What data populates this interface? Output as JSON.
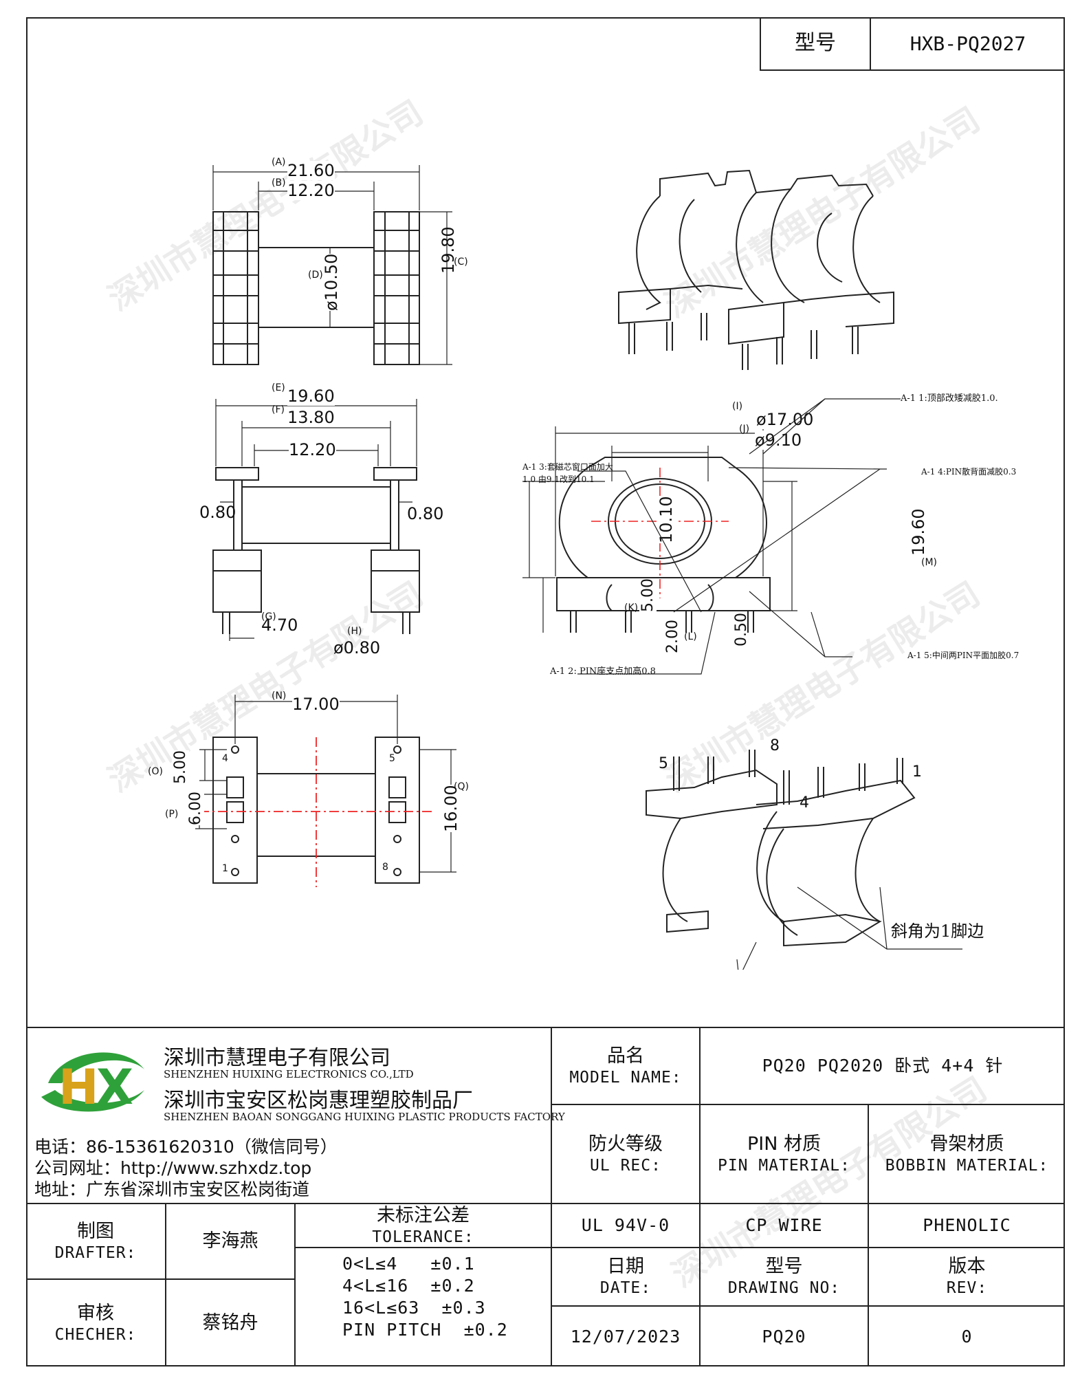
{
  "header": {
    "model_label": "型号",
    "model_value": "HXB-PQ2027"
  },
  "watermark": "深圳市慧理电子有限公司",
  "top_view": {
    "dim_A": "21.60",
    "dim_A_tag": "(A)",
    "dim_B": "12.20",
    "dim_B_tag": "(B)",
    "dim_C": "19.80",
    "dim_C_tag": "(C)",
    "dim_D": "ø10.50",
    "dim_D_tag": "(D)"
  },
  "side_view": {
    "dim_E": "19.60",
    "dim_E_tag": "(E)",
    "dim_F": "13.80",
    "dim_F_tag": "(F)",
    "dim_inner": "12.20",
    "wall_left": "0.80",
    "wall_right": "0.80",
    "dim_G": "4.70",
    "dim_G_tag": "(G)",
    "dim_H": "ø0.80",
    "dim_H_tag": "(H)"
  },
  "bottom_view": {
    "dim_N": "17.00",
    "dim_N_tag": "(N)",
    "dim_O": "5.00",
    "dim_O_tag": "(O)",
    "dim_P": "6.00",
    "dim_P_tag": "(P)",
    "dim_Q": "16.00",
    "dim_Q_tag": "(Q)",
    "pins": [
      "4",
      "5",
      "1",
      "8"
    ]
  },
  "front_view": {
    "dim_I": "ø17.00",
    "dim_I_tag": "(I)",
    "dim_J": "ø9.10",
    "dim_J_tag": "(J)",
    "dim_10": "10.10",
    "dim_M": "19.60",
    "dim_M_tag": "(M)",
    "dim_K": "5.00",
    "dim_K_tag": "(K)",
    "dim_L": "2.00",
    "dim_L_tag": "(L)",
    "dim_pin": "0.50",
    "note1": "A-1 1:顶部改矮减胶1.0.",
    "note2": "A-1 2: PIN座支点加高0.8",
    "note3a": "A-1 3:套磁芯窗口面加大",
    "note3b": "1.0 由9.1改到10.1",
    "note4": "A-1 4:PIN散背面减胶0.3",
    "note5": "A-1 5:中间两PIN平面加胶0.7"
  },
  "iso_bottom": {
    "pins": [
      "8",
      "5",
      "1",
      "4"
    ],
    "note": "斜角为1脚边"
  },
  "company": {
    "logo_text": "HX",
    "name_cn": "深圳市慧理电子有限公司",
    "name_en": "SHENZHEN HUIXING ELECTRONICS CO.,LTD",
    "factory_cn": "深圳市宝安区松岗惠理塑胶制品厂",
    "factory_en": "SHENZHEN BAOAN SONGGANG HUIXING PLASTIC PRODUCTS FACTORY",
    "phone": "电话：86-15361620310（微信同号）",
    "website": "公司网址：http://www.szhxdz.top",
    "address": "地址：广东省深圳市宝安区松岗街道"
  },
  "title_block": {
    "model_name_cn": "品名",
    "model_name_en": "MODEL NAME:",
    "model_name_value": "PQ20 PQ2020 卧式 4+4 针",
    "ul_cn": "防火等级",
    "ul_en": "UL REC:",
    "ul_value": "UL 94V-0",
    "pin_cn": "PIN 材质",
    "pin_en": "PIN MATERIAL:",
    "pin_value": "CP WIRE",
    "bobbin_cn": "骨架材质",
    "bobbin_en": "BOBBIN MATERIAL:",
    "bobbin_value": "PHENOLIC",
    "drafter_cn": "制图",
    "drafter_en": "DRAFTER:",
    "drafter_value": "李海燕",
    "checker_cn": "审核",
    "checker_en": "CHECHER:",
    "checker_value": "蔡铭舟",
    "tol_cn": "未标注公差",
    "tol_en": "TOLERANCE:",
    "tol_lines": [
      "0<L≤4   ±0.1",
      "4<L≤16  ±0.2",
      "16<L≤63  ±0.3",
      "PIN PITCH  ±0.2"
    ],
    "date_cn": "日期",
    "date_en": "DATE:",
    "date_value": "12/07/2023",
    "drawing_cn": "型号",
    "drawing_en": "DRAWING NO:",
    "drawing_value": "PQ20",
    "rev_cn": "版本",
    "rev_en": "REV:",
    "rev_value": "0"
  }
}
